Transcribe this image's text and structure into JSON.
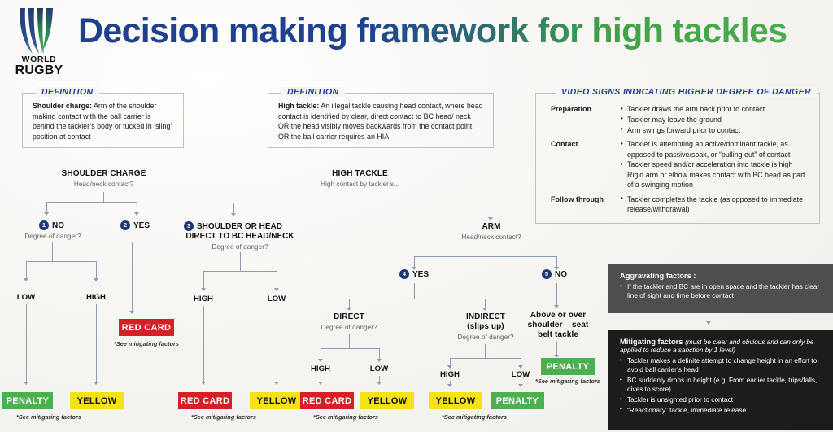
{
  "brand": {
    "line1": "WORLD",
    "line2": "RUGBY",
    "logo_icon": "world-rugby-shield-logo"
  },
  "title": "Decision making framework for high tackles",
  "definitions": [
    {
      "legend": "DEFINITION",
      "term": "Shoulder charge:",
      "text": " Arm of the shoulder making contact with the ball carrier is behind the tackler’s  body or tucked in ‘sling’ position at contact"
    },
    {
      "legend": "DEFINITION",
      "term": "High tackle:",
      "text": " An illegal tackle causing head contact, where head contact is identified by clear, direct contact to BC head/ neck OR the head visibly moves backwards from the contact point OR the ball carrier requires an HIA"
    }
  ],
  "video_signs": {
    "legend": "VIDEO SIGNS INDICATING HIGHER DEGREE OF DANGER",
    "rows": [
      {
        "key": "Preparation",
        "items": [
          "Tackler draws the arm back prior to contact",
          "Tackler may leave the ground",
          "Arm swings forward prior to contact"
        ]
      },
      {
        "key": "Contact",
        "items": [
          "Tackler is attempting an active/dominant tackle, as opposed to passive/soak, or “pulling out” of contact",
          "Tackler speed and/or acceleration into tackle is high Rigid arm or elbow makes contact with BC head as part of a swinging motion"
        ]
      },
      {
        "key": "Follow through",
        "items": [
          "Tackler completes the tackle (as opposed to immediate release/withdrawal)"
        ]
      }
    ]
  },
  "flow": {
    "shoulder_charge": {
      "title": "SHOULDER CHARGE",
      "sub": "Head/neck contact?"
    },
    "high_tackle": {
      "title": "HIGH TACKLE",
      "sub": "High contact by tackler’s..."
    },
    "n1": {
      "num": "1",
      "label": "NO",
      "sub": "Degree of danger?"
    },
    "n2": {
      "num": "2",
      "label": "YES"
    },
    "n3": {
      "num": "3",
      "label": "SHOULDER OR HEAD",
      "label2": "DIRECT TO BC HEAD/NECK",
      "sub": "Degree of danger?"
    },
    "arm": {
      "title": "ARM",
      "sub": "Head/neck contact?"
    },
    "n4": {
      "num": "4",
      "label": "YES"
    },
    "n5": {
      "num": "5",
      "label": "NO"
    },
    "direct": {
      "title": "DIRECT",
      "sub": "Degree of danger?"
    },
    "indirect": {
      "title": "INDIRECT",
      "title2": "(slips up)",
      "sub": "Degree of danger?"
    },
    "seatbelt": {
      "line1": "Above or over",
      "line2": "shoulder – seat",
      "line3": "belt tackle"
    },
    "degree_low": "LOW",
    "degree_high": "HIGH"
  },
  "outcomes": {
    "sc_no_low": {
      "text": "PENALTY",
      "color": "#4caf50",
      "note": "*See mitigating factors"
    },
    "sc_no_high": {
      "text": "YELLOW",
      "color": "#f5e216",
      "note": ""
    },
    "sc_yes": {
      "text": "RED CARD",
      "color": "#d42027",
      "note": "*See mitigating factors"
    },
    "n3_high": {
      "text": "RED CARD",
      "color": "#d42027",
      "note": "*See mitigating factors"
    },
    "n3_low": {
      "text": "YELLOW",
      "color": "#f5e216",
      "note": ""
    },
    "direct_high": {
      "text": "RED CARD",
      "color": "#d42027",
      "note": "*See mitigating factors"
    },
    "direct_low": {
      "text": "YELLOW",
      "color": "#f5e216",
      "note": ""
    },
    "indirect_high": {
      "text": "YELLOW",
      "color": "#f5e216",
      "note": "*See mitigating factors"
    },
    "indirect_low": {
      "text": "PENALTY",
      "color": "#4caf50",
      "note": ""
    },
    "seatbelt_out": {
      "text": "PENALTY",
      "color": "#4caf50",
      "note": "*See mitigating factors"
    }
  },
  "panels": {
    "aggravating": {
      "heading": "Aggravating factors :",
      "items": [
        "If the tackler and BC are in open space and the tackler has clear line of sight and time before contact"
      ]
    },
    "mitigating": {
      "heading": "Mitigating factors ",
      "heading_note": "(must be clear and obvious and can only be applied to reduce a sanction by  1 level)",
      "items": [
        "Tackler makes a definite attempt to change height in an effort to avoid ball carrier’s head",
        "BC suddenly drops in height  (e.g. From earlier tackle, trips/falls, dives to score)",
        "Tackler is unsighted  prior to contact",
        "“Reactionary” tackle, immediate release"
      ]
    }
  },
  "colors": {
    "brand_navy": "#1f3f8f",
    "brand_green": "#4caf50",
    "red": "#d42027",
    "yellow": "#f5e216",
    "connector": "#8d9bb5"
  }
}
